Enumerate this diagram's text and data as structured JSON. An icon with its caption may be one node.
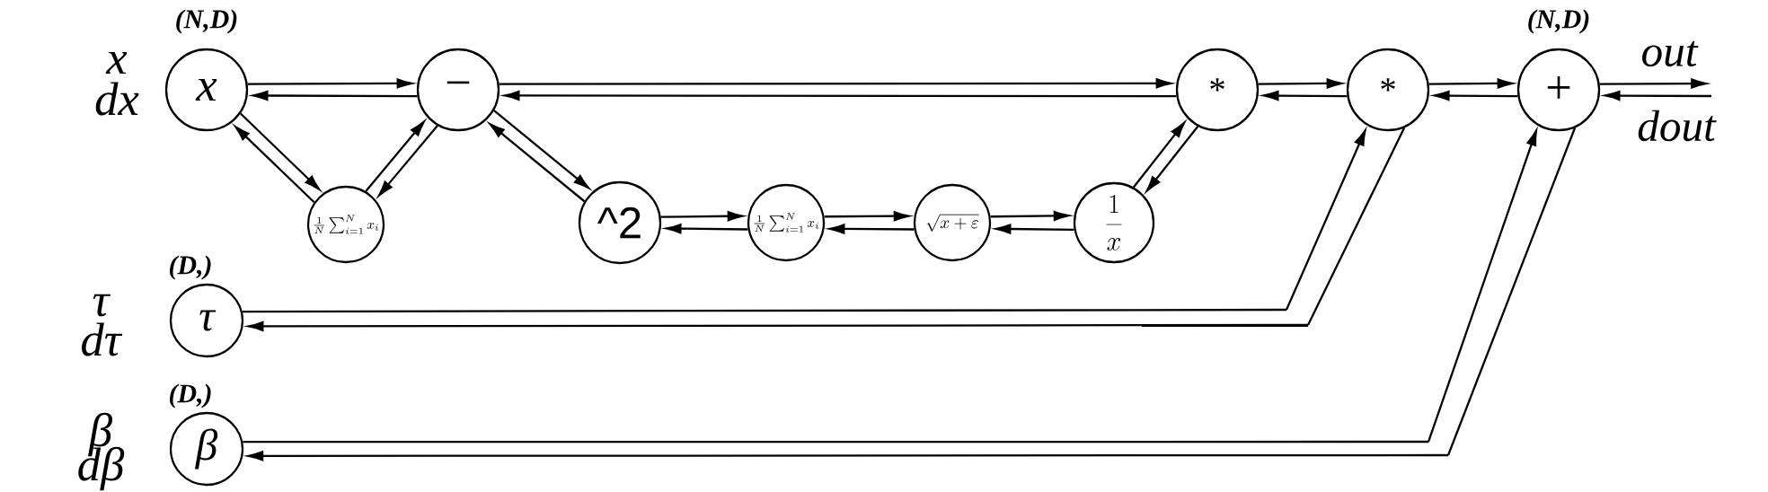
{
  "diagram": {
    "nodes": [
      {
        "text": [
          "x"
        ],
        "beside": [
          "(N,D)",
          "x",
          "dx"
        ]
      },
      {
        "text": [
          "−"
        ]
      },
      {
        "text": [
          "\\frac{1}{N}\\sum_{i=1}^{N}x_i"
        ]
      },
      {
        "text": [
          "^2"
        ]
      },
      {
        "text": [
          "\\frac{1}{N}\\sum_{i=1}^{N}x_i"
        ]
      },
      {
        "text": [
          "\\sqrt{x+\\varepsilon}"
        ]
      },
      {
        "text": [
          "\\frac{1}{x}"
        ]
      },
      {
        "text": [
          "*"
        ]
      },
      {
        "text": [
          "*"
        ]
      },
      {
        "text": [
          "+"
        ],
        "beside": [
          "(N,D)"
        ]
      },
      {
        "text": [
          "τ"
        ],
        "beside": [
          "(D,)",
          "τ",
          "dτ"
        ]
      },
      {
        "text": [
          "β"
        ],
        "beside": [
          "(D,)",
          "β",
          "dβ"
        ]
      }
    ],
    "edges": [
      {
        "from": 0,
        "to": 1,
        "arrow": "to"
      },
      {
        "from": 1,
        "to": 0,
        "arrow": "to"
      },
      {
        "from": 0,
        "to": 2,
        "arrow": "to"
      },
      {
        "from": 2,
        "to": 0,
        "arrow": "to"
      },
      {
        "from": 2,
        "to": 1,
        "arrow": "to"
      },
      {
        "from": 1,
        "to": 2,
        "arrow": "to"
      },
      {
        "from": 1,
        "to": 7,
        "arrow": "to"
      },
      {
        "from": 7,
        "to": 1,
        "arrow": "to"
      },
      {
        "from": 1,
        "to": 3,
        "arrow": "to"
      },
      {
        "from": 3,
        "to": 1,
        "arrow": "to"
      },
      {
        "from": 3,
        "to": 4,
        "arrow": "to"
      },
      {
        "from": 4,
        "to": 3,
        "arrow": "to"
      },
      {
        "from": 4,
        "to": 5,
        "arrow": "to"
      },
      {
        "from": 5,
        "to": 4,
        "arrow": "to"
      },
      {
        "from": 5,
        "to": 6,
        "arrow": "to"
      },
      {
        "from": 6,
        "to": 5,
        "arrow": "to"
      },
      {
        "from": 6,
        "to": 7,
        "arrow": "to"
      },
      {
        "from": 7,
        "to": 6,
        "arrow": "to"
      },
      {
        "from": 7,
        "to": 8,
        "arrow": "to"
      },
      {
        "from": 8,
        "to": 7,
        "arrow": "to"
      },
      {
        "from": 10,
        "to": 8,
        "arrow": "to"
      },
      {
        "from": 8,
        "to": 10,
        "arrow": "to"
      },
      {
        "from": 8,
        "to": 9,
        "arrow": "to"
      },
      {
        "from": 9,
        "to": 8,
        "arrow": "to"
      },
      {
        "from": 11,
        "to": 9,
        "arrow": "to"
      },
      {
        "from": 9,
        "to": 11,
        "arrow": "to"
      },
      {
        "from": 9,
        "to": null,
        "arrow": "to",
        "label": "out"
      },
      {
        "from": null,
        "to": 9,
        "arrow": "to",
        "label": "dout"
      }
    ]
  }
}
